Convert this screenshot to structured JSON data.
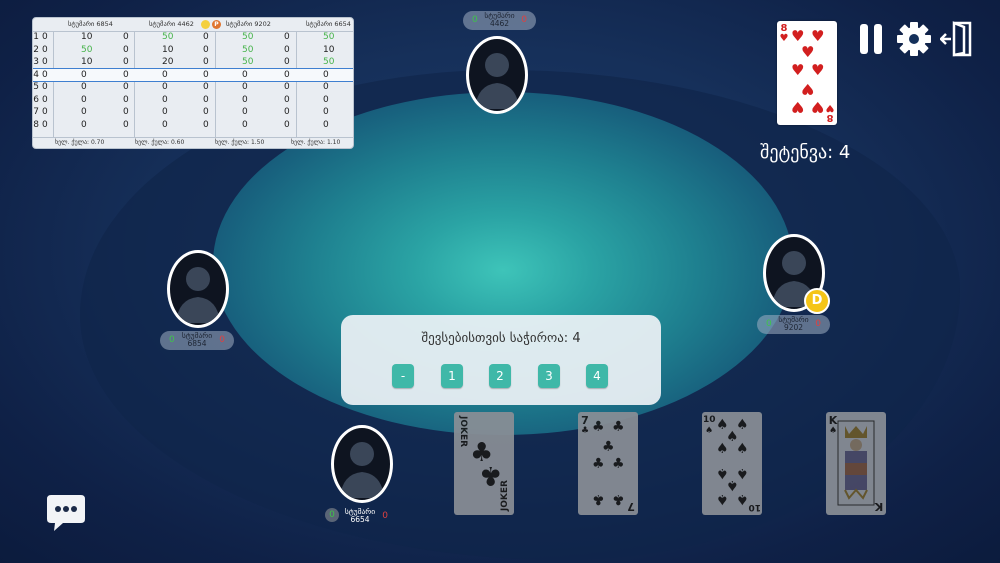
{
  "score_table": {
    "headers": [
      "სტუმარი 6854",
      "სტუმარი 4462",
      "სტუმარი 9202",
      "სტუმარი 6654"
    ],
    "badge_chip": "P",
    "rows": [
      {
        "n": "1",
        "c": [
          "0",
          "10",
          "0",
          "50",
          "0",
          "50",
          "0",
          "50"
        ]
      },
      {
        "n": "2",
        "c": [
          "0",
          "50",
          "0",
          "10",
          "0",
          "50",
          "0",
          "10"
        ]
      },
      {
        "n": "3",
        "c": [
          "0",
          "10",
          "0",
          "20",
          "0",
          "50",
          "0",
          "50"
        ]
      },
      {
        "n": "4",
        "c": [
          "0",
          "0",
          "0",
          "0",
          "0",
          "0",
          "0",
          "0"
        ]
      },
      {
        "n": "5",
        "c": [
          "0",
          "0",
          "0",
          "0",
          "0",
          "0",
          "0",
          "0"
        ]
      },
      {
        "n": "6",
        "c": [
          "0",
          "0",
          "0",
          "0",
          "0",
          "0",
          "0",
          "0"
        ]
      },
      {
        "n": "7",
        "c": [
          "0",
          "0",
          "0",
          "0",
          "0",
          "0",
          "0",
          "0"
        ]
      },
      {
        "n": "8",
        "c": [
          "0",
          "0",
          "0",
          "0",
          "0",
          "0",
          "0",
          "0"
        ]
      }
    ],
    "footers": [
      "ხელ. ქულა: 0.70",
      "ხელ. ქულა: 0.60",
      "ხელ. ქულა: 1.50",
      "ხელ. ქულა: 1.10"
    ]
  },
  "players": {
    "top": {
      "name": "სტუმარი",
      "number": "4462",
      "left_count": "0",
      "right_count": "0"
    },
    "left": {
      "name": "სტუმარი",
      "number": "6854",
      "left_count": "0",
      "right_count": "0"
    },
    "right": {
      "name": "სტუმარი",
      "number": "9202",
      "left_count": "0",
      "right_count": "0"
    },
    "bottom": {
      "name": "სტუმარი",
      "number": "6654",
      "left_count": "0",
      "right_count": "0"
    }
  },
  "dealer_badge": "D",
  "trump_card": {
    "rank": "8",
    "suit": "♥",
    "color": "#d21f1f"
  },
  "bid_info": "შეტენვა: 4",
  "dialog": {
    "title": "შევსებისთვის საჭიროა: 4",
    "options": [
      "-",
      "1",
      "2",
      "3",
      "4"
    ]
  },
  "hand": [
    {
      "rank": "JOKER",
      "suit": "♣"
    },
    {
      "rank": "7",
      "suit": "♣"
    },
    {
      "rank": "10",
      "suit": "♠"
    },
    {
      "rank": "K",
      "suit": "♠"
    }
  ],
  "icons": {
    "pause": "pause-icon",
    "settings": "gear-icon",
    "exit": "exit-door-icon",
    "chat": "chat-bubble-icon",
    "avatar": "user-silhouette-icon"
  },
  "colors": {
    "accent": "#3fb8a8",
    "green": "#46b34a",
    "red": "#e04040",
    "dealer": "#f5c518"
  }
}
